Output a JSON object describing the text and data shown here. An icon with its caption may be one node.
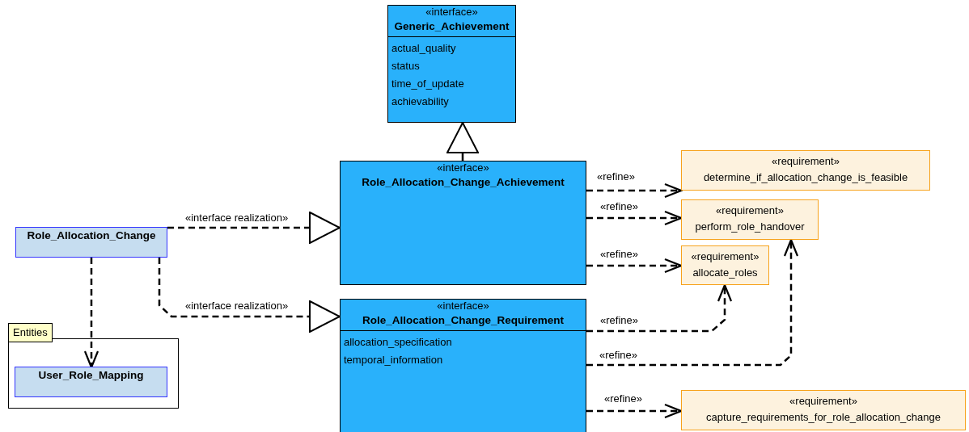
{
  "diagram": {
    "nodes": [
      {
        "text": [
          "«interface»",
          "Generic_Achievement",
          "actual_quality",
          "status",
          "time_of_update",
          "achievability"
        ]
      },
      {
        "text": [
          "«interface»",
          "Role_Allocation_Change_Achievement"
        ]
      },
      {
        "text": [
          "Role_Allocation_Change"
        ]
      },
      {
        "text": [
          "Entities"
        ]
      },
      {
        "text": [
          "User_Role_Mapping"
        ],
        "in": 3
      },
      {
        "text": [
          "«interface»",
          "Role_Allocation_Change_Requirement",
          "allocation_specification",
          "temporal_information"
        ]
      },
      {
        "text": [
          "«requirement»",
          "determine_if_allocation_change_is_feasible"
        ]
      },
      {
        "text": [
          "«requirement»",
          "perform_role_handover"
        ]
      },
      {
        "text": [
          "«requirement»",
          "allocate_roles"
        ]
      },
      {
        "text": [
          "«requirement»",
          "capture_requirements_for_role_allocation_change"
        ]
      }
    ],
    "edges": [
      {
        "from": 1,
        "to": 0,
        "arrow": "to"
      },
      {
        "from": 2,
        "to": 1,
        "arrow": "to",
        "label": "«interface realization»",
        "style": "dashed"
      },
      {
        "from": 2,
        "to": 5,
        "arrow": "to",
        "label": "«interface realization»",
        "style": "dashed"
      },
      {
        "from": 2,
        "to": 4,
        "arrow": "to",
        "style": "dashed"
      },
      {
        "from": 1,
        "to": 6,
        "arrow": "to",
        "label": "«refine»",
        "style": "dashed"
      },
      {
        "from": 1,
        "to": 7,
        "arrow": "to",
        "label": "«refine»",
        "style": "dashed"
      },
      {
        "from": 1,
        "to": 8,
        "arrow": "to",
        "label": "«refine»",
        "style": "dashed"
      },
      {
        "from": 5,
        "to": 8,
        "arrow": "to",
        "label": "«refine»",
        "style": "dashed"
      },
      {
        "from": 5,
        "to": 7,
        "arrow": "to",
        "label": "«refine»",
        "style": "dashed"
      },
      {
        "from": 5,
        "to": 9,
        "arrow": "to",
        "label": "«refine»",
        "style": "dashed"
      }
    ]
  }
}
